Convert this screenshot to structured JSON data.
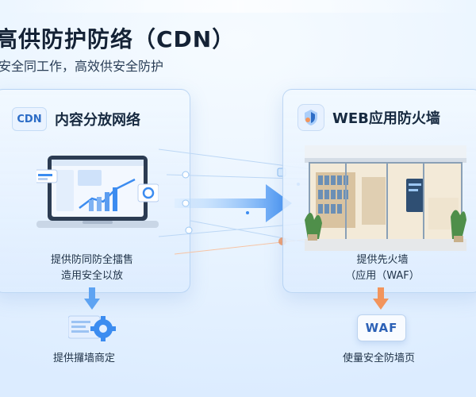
{
  "header": {
    "title": "高供防护防络（CDN）",
    "subtitle": "安全同工作，高效供安全防护"
  },
  "cdn_card": {
    "badge": "CDN",
    "title": "内容分放网络",
    "desc_line1": "提供防同防全擂售",
    "desc_line2": "造用安全以放",
    "bottom_label": "提供攞墙商定"
  },
  "waf_card": {
    "title": "WEB应用防火墙",
    "desc_line1": "提供先火墙",
    "desc_line2": "（应用（WAF）",
    "badge": "WAF",
    "bottom_label": "使量安全防墙页"
  },
  "colors": {
    "accent_blue": "#3c8cf0",
    "accent_orange": "#f2945c",
    "title_text": "#142235"
  },
  "icons": [
    "laptop-dashboard-icon",
    "gear-icon",
    "waf-shield-logo-icon",
    "storefront-icon",
    "flow-arrow-icon",
    "down-arrow-icon"
  ]
}
